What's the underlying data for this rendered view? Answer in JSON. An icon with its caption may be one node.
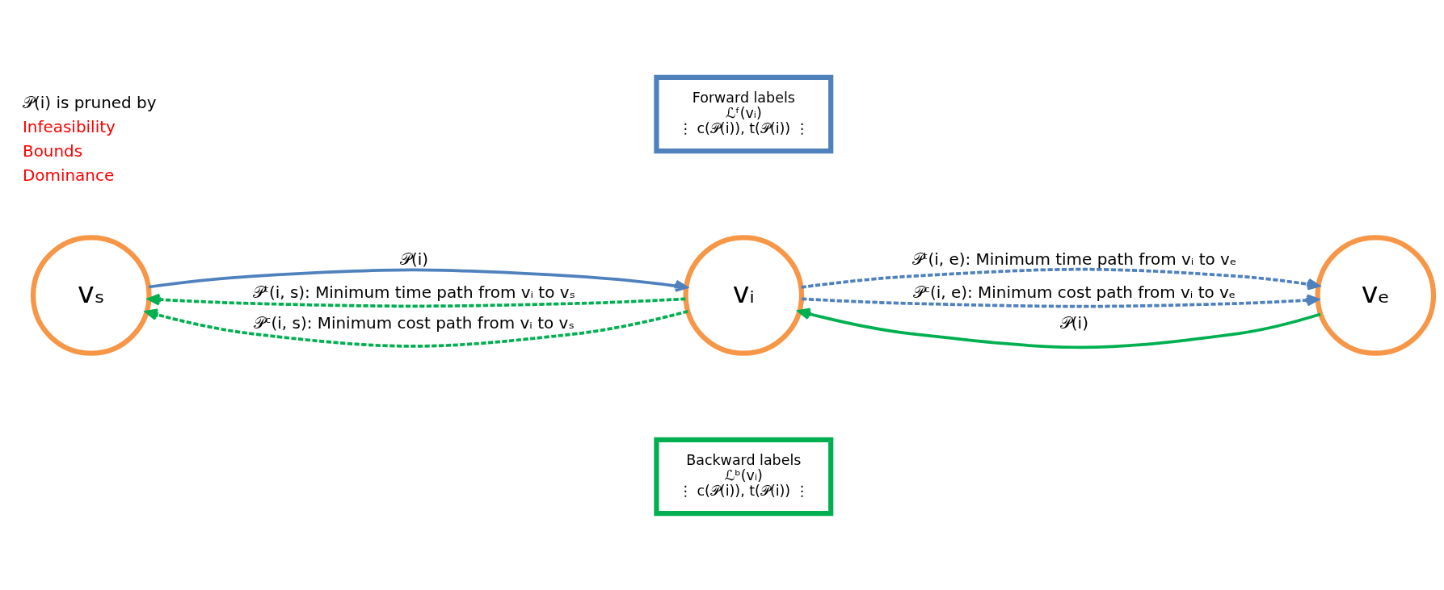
{
  "diagram": {
    "nodes": [
      {
        "text": [
          "vₛ"
        ]
      },
      {
        "text": [
          "vᵢ"
        ]
      },
      {
        "text": [
          "Forward labels",
          "ℒᶠ(vᵢ)",
          "⋮ c(𝒫(i)), t(𝒫(i)) ⋮"
        ]
      },
      {
        "text": [
          "Backward labels",
          "ℒᵇ(vᵢ)",
          "⋮ c(𝒫(i)), t(𝒫(i)) ⋮"
        ]
      },
      {
        "text": [
          "vₑ"
        ]
      }
    ],
    "edges": [
      {
        "from": 0,
        "to": 1,
        "arrow": "to",
        "label": "𝒫(i)",
        "color": "#4f81bd"
      },
      {
        "from": 1,
        "to": 0,
        "arrow": "to",
        "label": "𝒫ᵗ(i, s): Minimum time path from vᵢ to vₛ",
        "style": "dashed",
        "color": "#00b050"
      },
      {
        "from": 1,
        "to": 0,
        "arrow": "to",
        "label": "𝒫ᶜ(i, s): Minimum cost path from vᵢ to vₛ",
        "style": "dashed",
        "color": "#00b050"
      },
      {
        "from": 1,
        "to": 4,
        "arrow": "to",
        "label": "𝒫ᵗ(i, e): Minimum time path from vᵢ to vₑ",
        "style": "dashed",
        "color": "#4f81bd"
      },
      {
        "from": 1,
        "to": 4,
        "arrow": "to",
        "label": "𝒫ᶜ(i, e): Minimum cost path from vᵢ to vₑ",
        "style": "dashed",
        "color": "#4f81bd"
      },
      {
        "from": 4,
        "to": 1,
        "arrow": "to",
        "label": "𝒫(i)",
        "color": "#00b050"
      }
    ],
    "labels": [
      "𝒫(i) is pruned by",
      "Infeasibility",
      "Bounds",
      "Dominance"
    ]
  }
}
